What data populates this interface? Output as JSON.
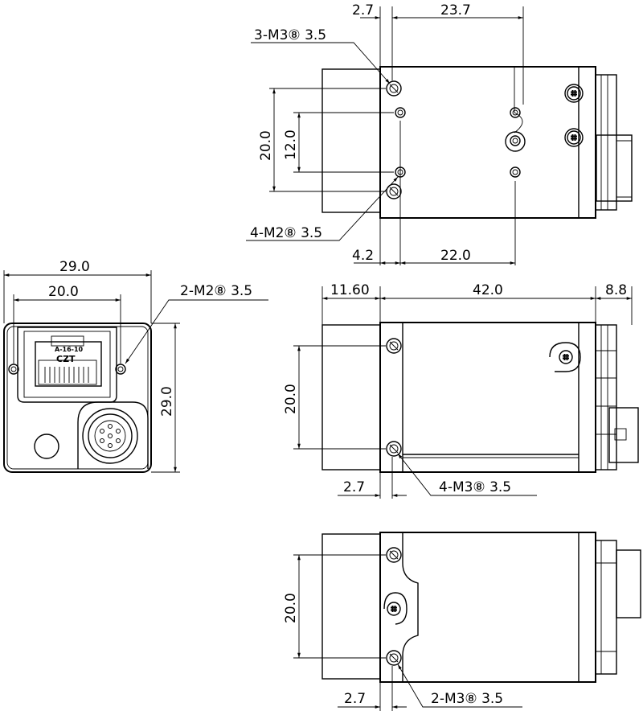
{
  "top_view": {
    "dim_2_7": "2.7",
    "dim_23_7": "23.7",
    "callout_m3": "3-M3⑧ 3.5",
    "dim_20_0": "20.0",
    "dim_12_0": "12.0",
    "callout_m2": "4-M2⑧ 3.5",
    "dim_4_2": "4.2",
    "dim_22_0": "22.0"
  },
  "front_view": {
    "dim_29_0_width": "29.0",
    "dim_20_0": "20.0",
    "callout_m2": "2-M2⑧ 3.5",
    "dim_29_0_height": "29.0",
    "connector_label_1": "A-16-10",
    "connector_label_2": "CZT"
  },
  "side_view": {
    "dim_11_60": "11.60",
    "dim_42_0": "42.0",
    "dim_8_8": "8.8",
    "dim_20_0": "20.0",
    "dim_2_7": "2.7",
    "callout_m3": "4-M3⑧ 3.5"
  },
  "bottom_view": {
    "dim_20_0": "20.0",
    "dim_2_7": "2.7",
    "callout_m3": "2-M3⑧ 3.5"
  }
}
